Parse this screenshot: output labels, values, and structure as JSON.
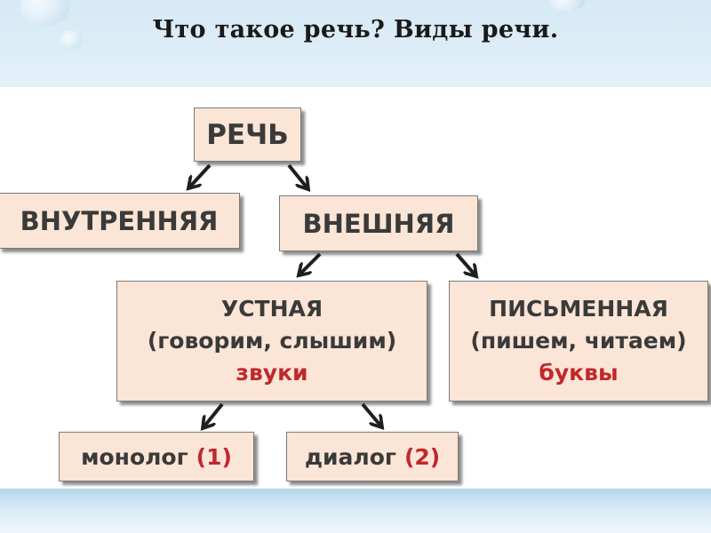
{
  "title": "Что такое речь? Виды  речи.",
  "nodes": {
    "speech": "РЕЧЬ",
    "inner": "ВНУТРЕННЯЯ",
    "outer": "ВНЕШНЯЯ",
    "oral": {
      "heading": "УСТНАЯ",
      "description": "(говорим, слышим)",
      "unit": "звуки"
    },
    "written": {
      "heading": "ПИСЬМЕННАЯ",
      "description": "(пишем, читаем)",
      "unit": "буквы"
    },
    "monologue": {
      "label": "монолог",
      "number": "(1)"
    },
    "dialogue": {
      "label": "диалог",
      "number": "(2)"
    }
  },
  "colors": {
    "box_fill": "#fbe5d6",
    "accent_red": "#c0282d",
    "text": "#3a3a3a"
  }
}
